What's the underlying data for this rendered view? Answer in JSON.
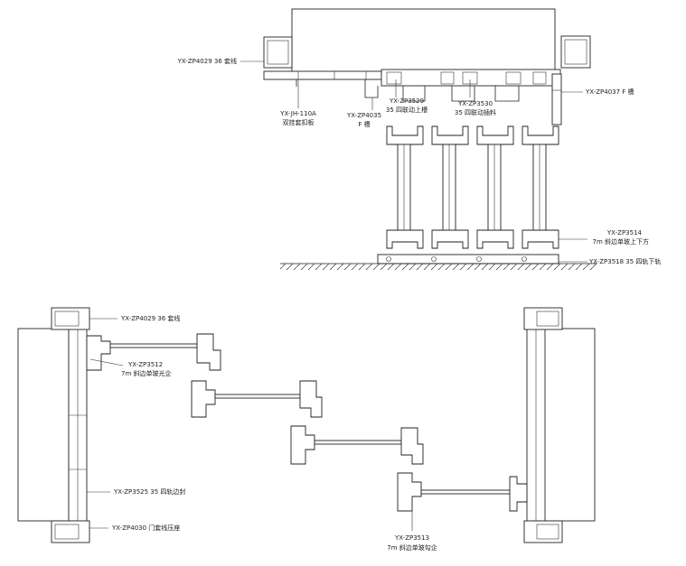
{
  "top_view": {
    "label_zp4029": "YX-ZP4029  36 套线",
    "label_jh110a_code": "YX-JH-110A",
    "label_jh110a_desc": "双挂套扣板",
    "label_zp4035_code": "YX-ZP4035",
    "label_zp4035_desc": "F 槽",
    "label_zp3529_code": "YX-ZP3529",
    "label_zp3529_desc": "35 四联动上槽",
    "label_zp3530_code": "YX-ZP3530",
    "label_zp3530_desc": "35 四联动插料",
    "label_zp4037": "YX-ZP4037  F 槽",
    "label_zp3514_code": "YX-ZP3514",
    "label_zp3514_desc": "7m 斜边单玻上下方",
    "label_zp3518": "YX-ZP3518  35 四轨下轨"
  },
  "plan_view": {
    "label_zp4029": "YX-ZP4029   36 套线",
    "label_zp3512_code": "YX-ZP3512",
    "label_zp3512_desc": "7m 斜边单玻光企",
    "label_zp3525": "YX-ZP3525   35 四轨边封",
    "label_zp4030": "YX-ZP4030   门套线压座",
    "label_zp3513_code": "YX-ZP3513",
    "label_zp3513_desc": "7m 斜边单玻勾企"
  },
  "colors": {
    "line": "#222222",
    "background": "#ffffff"
  }
}
